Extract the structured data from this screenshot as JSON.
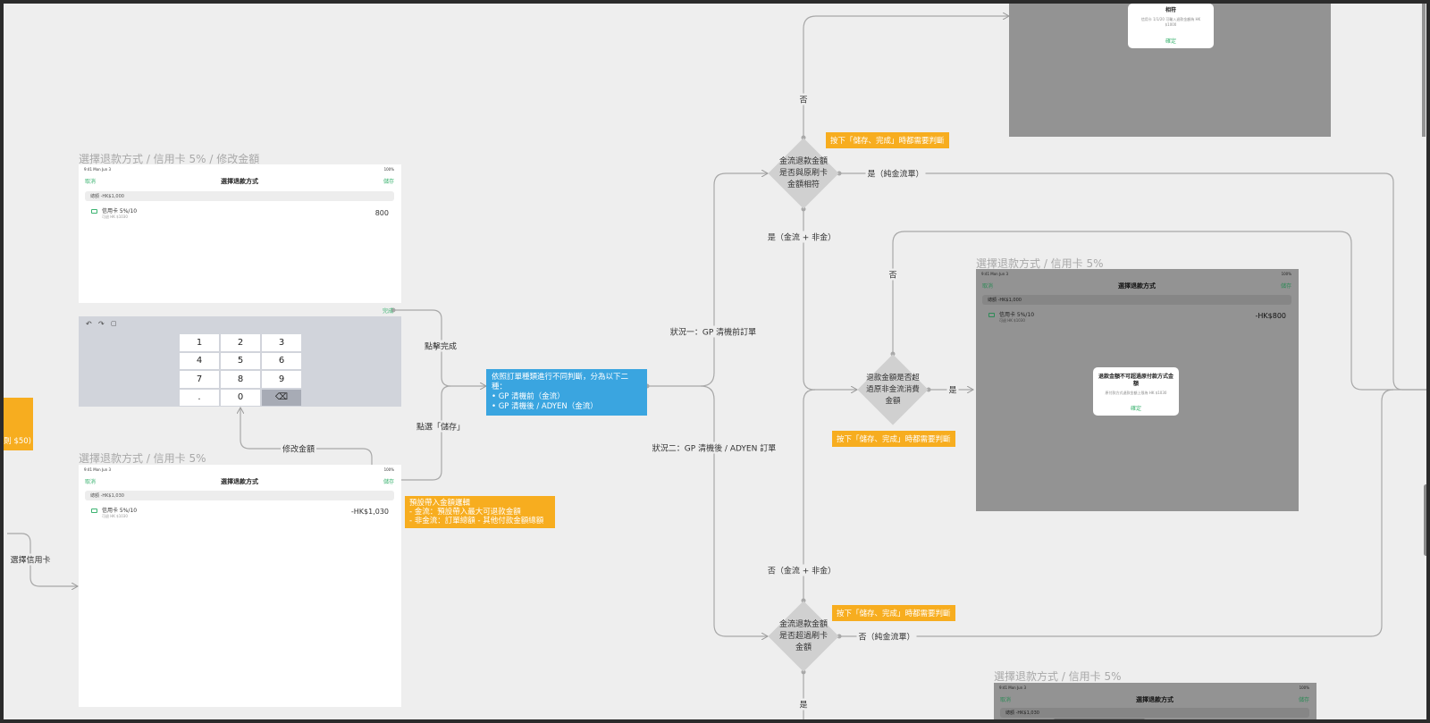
{
  "frames": {
    "edit_amount": {
      "title": "選擇退款方式 / 信用卡 5% / 修改金額"
    },
    "credit_card": {
      "title": "選擇退款方式 / 信用卡 5%"
    },
    "overpay": {
      "title": "選擇退款方式 / 信用卡 5%"
    },
    "bottom": {
      "title": "選擇退款方式 / 信用卡 5%"
    }
  },
  "screen": {
    "status_time": "9:41 Mon Jun 3",
    "status_battery": "100%",
    "nav_cancel": "取消",
    "nav_title": "選擇退款方式",
    "nav_save": "儲存",
    "total": "總額 -HK$1,000",
    "total_alt": "總額 -HK$1,030",
    "card_label": "信用卡 5%/10",
    "card_sub": "可退 HK $1030",
    "done_label": "完成",
    "amount_edit": "800",
    "amount_preset": "-HK$1,030",
    "amount_over": "-HK$800"
  },
  "keypad": {
    "toolbar_icons": [
      "undo-icon",
      "redo-icon",
      "paste-icon"
    ],
    "keys": [
      "1",
      "2",
      "3",
      "4",
      "5",
      "6",
      "7",
      "8",
      "9",
      ".",
      "0",
      "⌫"
    ]
  },
  "top_alert": {
    "title": "相符",
    "message": "信用卡 1/1/20 可輸入退款金額為 HK $1000",
    "button": "確定"
  },
  "overpay_alert": {
    "title": "退款金額不可超過原付款方式金額",
    "message": "原付款方式退款金額上限為 HK $1030",
    "button": "確定"
  },
  "decisions": {
    "d1": "金流退款金額\n是否與原刷卡\n金額相符",
    "d2": "退款金額是否超\n過原非金流消費\n金額",
    "d3": "金流退款金額\n是否超過刷卡\n金額"
  },
  "notes": {
    "orange_cut": "則 $50)",
    "judge": "按下「儲存、完成」時都需要判斷",
    "preset_lines": [
      "預設帶入金額邏輯",
      " -  金流：預設帶入最大可退款金額",
      " -  非金流：訂單總額 - 其他付款金額總額"
    ],
    "blue_lines": [
      "依照訂單種類進行不同判斷，分為以下二種：",
      " •  GP 清機前（金流）",
      " •  GP 清機後 / ADYEN（金流）"
    ]
  },
  "edges": {
    "click_done": "點擊完成",
    "click_save": "點選「儲存」",
    "modify_amount": "修改金額",
    "select_card": "選擇信用卡",
    "case1": "狀況一：GP 清機前訂單",
    "case2": "狀況二：GP 清機後 / ADYEN 訂單",
    "no": "否",
    "yes_pure": "是（純金流單）",
    "yes_mixed": "是（金流 + 非金）",
    "no_small": "否",
    "yes_small": "是",
    "no_mixed": "否（金流 + 非金）",
    "no_pure": "否（純金流單）",
    "yes_bottom": "是"
  }
}
